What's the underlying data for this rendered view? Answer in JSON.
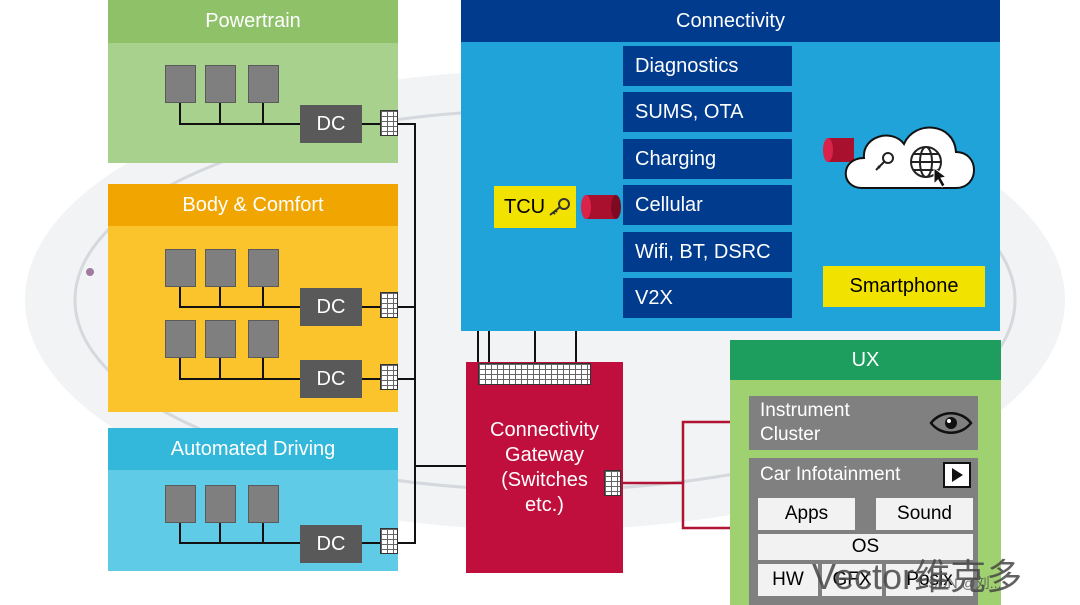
{
  "panels": {
    "powertrain": {
      "title": "Powertrain",
      "dc": "DC"
    },
    "body_comfort": {
      "title": "Body & Comfort",
      "dc1": "DC",
      "dc2": "DC"
    },
    "automated_driving": {
      "title": "Automated Driving",
      "dc": "DC"
    }
  },
  "connectivity": {
    "title": "Connectivity",
    "items": [
      "Diagnostics",
      "SUMS, OTA",
      "Charging",
      "Cellular",
      "Wifi, BT, DSRC",
      "V2X"
    ],
    "tcu": "TCU",
    "smartphone": "Smartphone"
  },
  "gateway": {
    "label": "Connectivity Gateway (Switches etc.)"
  },
  "ux": {
    "title": "UX",
    "instrument_cluster": "Instrument Cluster",
    "infotainment": "Car Infotainment",
    "apps": "Apps",
    "sound": "Sound",
    "os": "OS",
    "hw": "HW",
    "gfx": "GFX",
    "other": "Posix"
  },
  "watermark": {
    "brand": "Vector",
    "cn": "维克多",
    "small": "CSDN @刘..."
  },
  "colors": {
    "powertrain": "#a9d18e",
    "body_comfort": "#fcc42c",
    "automated_driving": "#4fc3e0",
    "connectivity": "#1fa3d8",
    "connectivity_header": "#003b8e",
    "gateway": "#c00f3c",
    "ux": "#9fd170",
    "ux_header": "#1d9e5f",
    "tcu": "#f2e200"
  }
}
